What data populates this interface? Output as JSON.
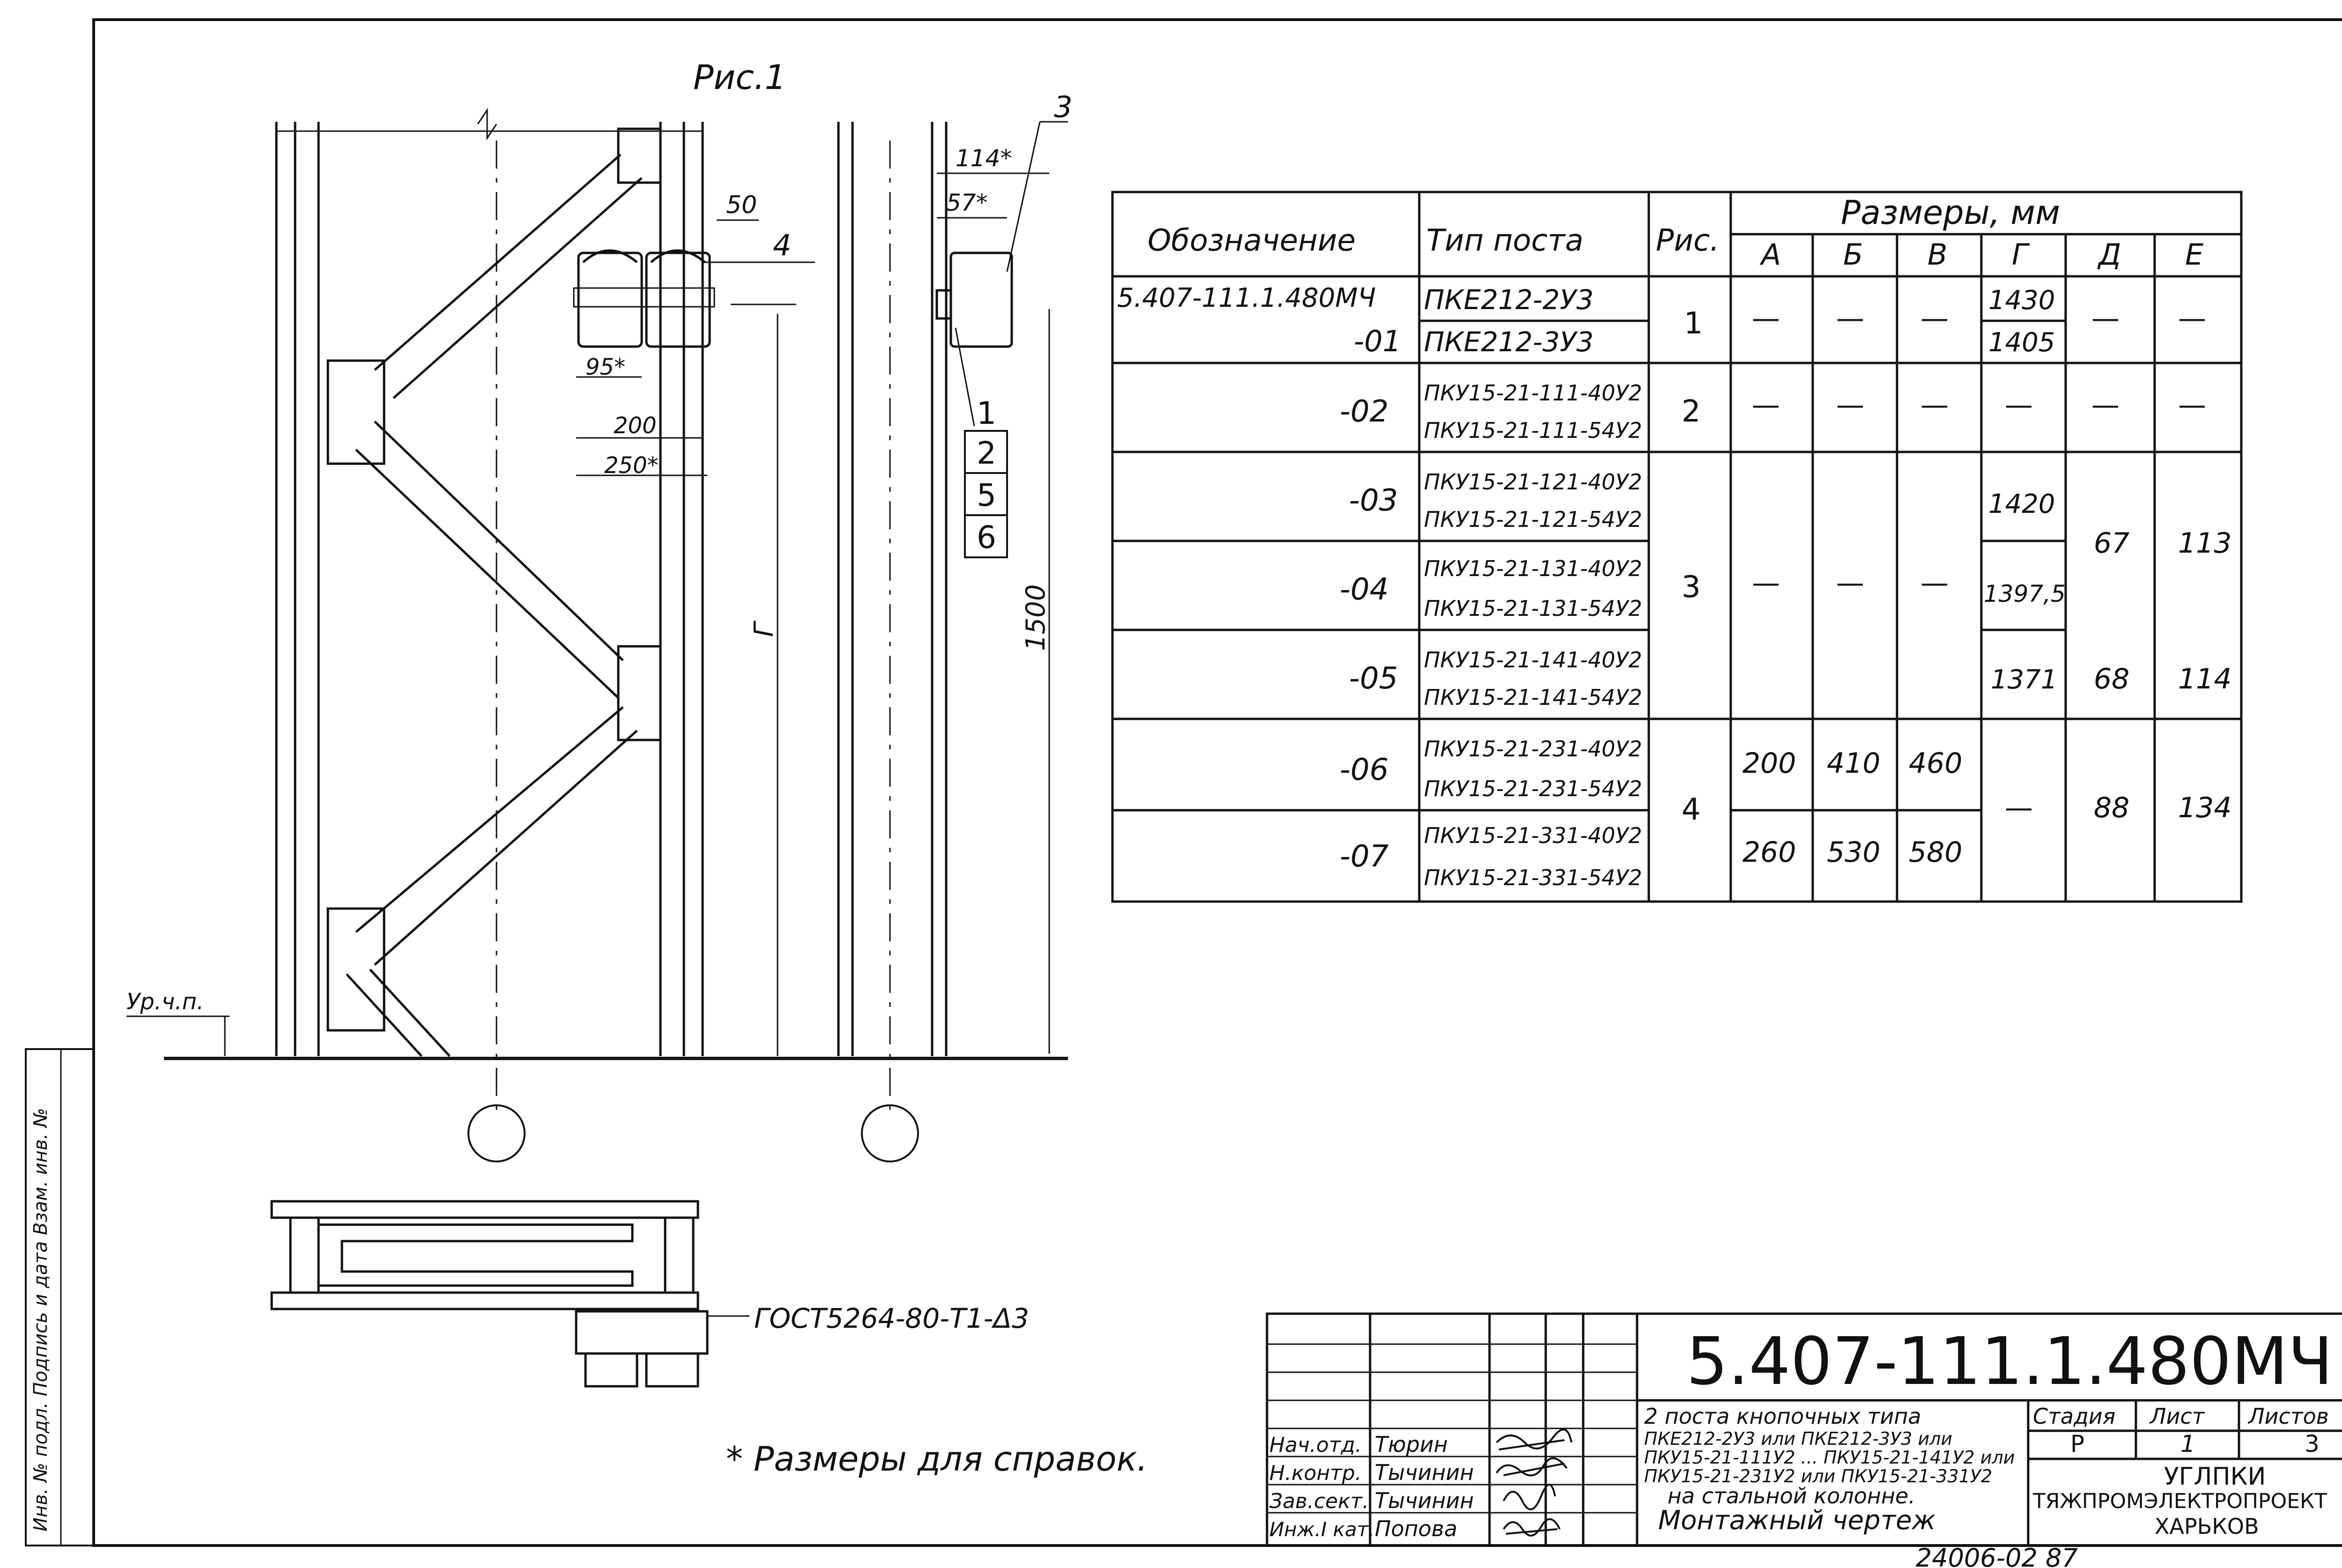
{
  "figure": {
    "title": "Рис.1",
    "dims": {
      "d114": "114*",
      "d57": "57*",
      "d50": "50",
      "d95": "95*",
      "d200": "200",
      "d250": "250*",
      "d1500": "1500",
      "g": "Г",
      "level": "Ур.ч.п."
    },
    "callouts": [
      "3",
      "4",
      "1",
      "2",
      "5",
      "6"
    ],
    "weld_note": "ГОСТ5264-80-Т1-Δ3",
    "note": "* Размеры для справок.",
    "side_stamp": "Инв. № подл. Подпись и дата Взам. инв. №"
  },
  "table": {
    "headers": {
      "designation": "Обозначение",
      "post_type": "Тип поста",
      "fig": "Рис.",
      "sizes": "Размеры, мм",
      "cols": [
        "А",
        "Б",
        "В",
        "Г",
        "Д",
        "Е"
      ]
    },
    "rows": [
      {
        "des": "5.407-111.1.480МЧ",
        "type": "ПКЕ212-2У3",
        "fig": "1",
        "a": "—",
        "b": "—",
        "v": "—",
        "g": "1430",
        "d": "—",
        "e": "—"
      },
      {
        "des": "-01",
        "type": "ПКЕ212-3У3",
        "g": "1405"
      },
      {
        "des": "-02",
        "type1": "ПКУ15-21-111-40У2",
        "type2": "ПКУ15-21-111-54У2",
        "fig": "2",
        "a": "—",
        "b": "—",
        "v": "—",
        "g": "—",
        "d": "—",
        "e": "—"
      },
      {
        "des": "-03",
        "type1": "ПКУ15-21-121-40У2",
        "type2": "ПКУ15-21-121-54У2",
        "g": "1420"
      },
      {
        "des": "-04",
        "type1": "ПКУ15-21-131-40У2",
        "type2": "ПКУ15-21-131-54У2",
        "fig": "3",
        "a": "—",
        "b": "—",
        "v": "—",
        "g": "1397,5",
        "d": "67",
        "e": "113"
      },
      {
        "des": "-05",
        "type1": "ПКУ15-21-141-40У2",
        "type2": "ПКУ15-21-141-54У2",
        "g": "1371",
        "d": "68",
        "e": "114"
      },
      {
        "des": "-06",
        "type1": "ПКУ15-21-231-40У2",
        "type2": "ПКУ15-21-231-54У2",
        "fig": "4",
        "a": "200",
        "b": "410",
        "v": "460",
        "g": "—",
        "d": "88",
        "e": "134"
      },
      {
        "des": "-07",
        "type1": "ПКУ15-21-331-40У2",
        "type2": "ПКУ15-21-331-54У2",
        "a": "260",
        "b": "530",
        "v": "580"
      }
    ]
  },
  "title_block": {
    "code": "5.407-111.1.480МЧ",
    "desc1": "2 поста кнопочных типа",
    "desc2": "ПКЕ212-2У3 или ПКЕ212-3У3 или",
    "desc3": "ПКУ15-21-111У2 ... ПКУ15-21-141У2 или",
    "desc4": "ПКУ15-21-231У2 или ПКУ15-21-331У2",
    "desc5": "на стальной колонне.",
    "desc6": "Монтажный чертеж",
    "stage_label": "Стадия",
    "sheet_label": "Лист",
    "sheets_label": "Листов",
    "stage": "Р",
    "sheet": "1",
    "sheets": "3",
    "org1": "УГЛПКИ",
    "org2": "ТЯЖПРОМЭЛЕКТРОПРОЕКТ",
    "org3": "ХАРЬКОВ",
    "people": [
      {
        "role": "Нач.отд.",
        "name": "Тюрин"
      },
      {
        "role": "Н.контр.",
        "name": "Тычинин"
      },
      {
        "role": "Зав.сект.",
        "name": "Тычинин"
      },
      {
        "role": "Инж.I кат.",
        "name": "Попова"
      }
    ],
    "archive": "24006-02  87"
  }
}
